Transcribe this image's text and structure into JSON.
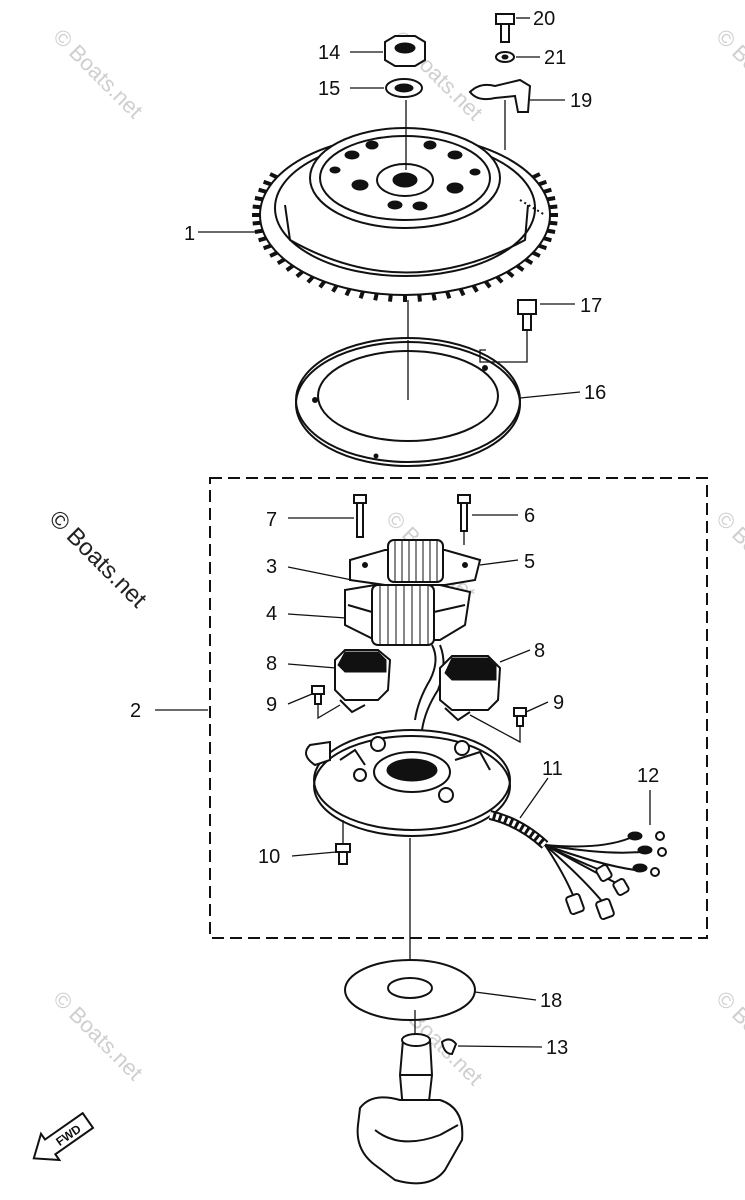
{
  "watermark": {
    "text": "© Boats.net",
    "color": "#cfcfcf"
  },
  "watermark_main": {
    "text": "© Boats.net"
  },
  "fwd_badge": {
    "text": "FWD"
  },
  "callouts": [
    {
      "id": "20",
      "label": "20"
    },
    {
      "id": "21",
      "label": "21"
    },
    {
      "id": "14",
      "label": "14"
    },
    {
      "id": "15",
      "label": "15"
    },
    {
      "id": "19",
      "label": "19"
    },
    {
      "id": "1",
      "label": "1"
    },
    {
      "id": "17",
      "label": "17"
    },
    {
      "id": "16",
      "label": "16"
    },
    {
      "id": "7",
      "label": "7"
    },
    {
      "id": "6",
      "label": "6"
    },
    {
      "id": "3",
      "label": "3"
    },
    {
      "id": "5",
      "label": "5"
    },
    {
      "id": "4",
      "label": "4"
    },
    {
      "id": "8a",
      "label": "8"
    },
    {
      "id": "8b",
      "label": "8"
    },
    {
      "id": "2",
      "label": "2"
    },
    {
      "id": "9a",
      "label": "9"
    },
    {
      "id": "9b",
      "label": "9"
    },
    {
      "id": "11",
      "label": "11"
    },
    {
      "id": "12",
      "label": "12"
    },
    {
      "id": "10",
      "label": "10"
    },
    {
      "id": "18",
      "label": "18"
    },
    {
      "id": "13",
      "label": "13"
    }
  ]
}
